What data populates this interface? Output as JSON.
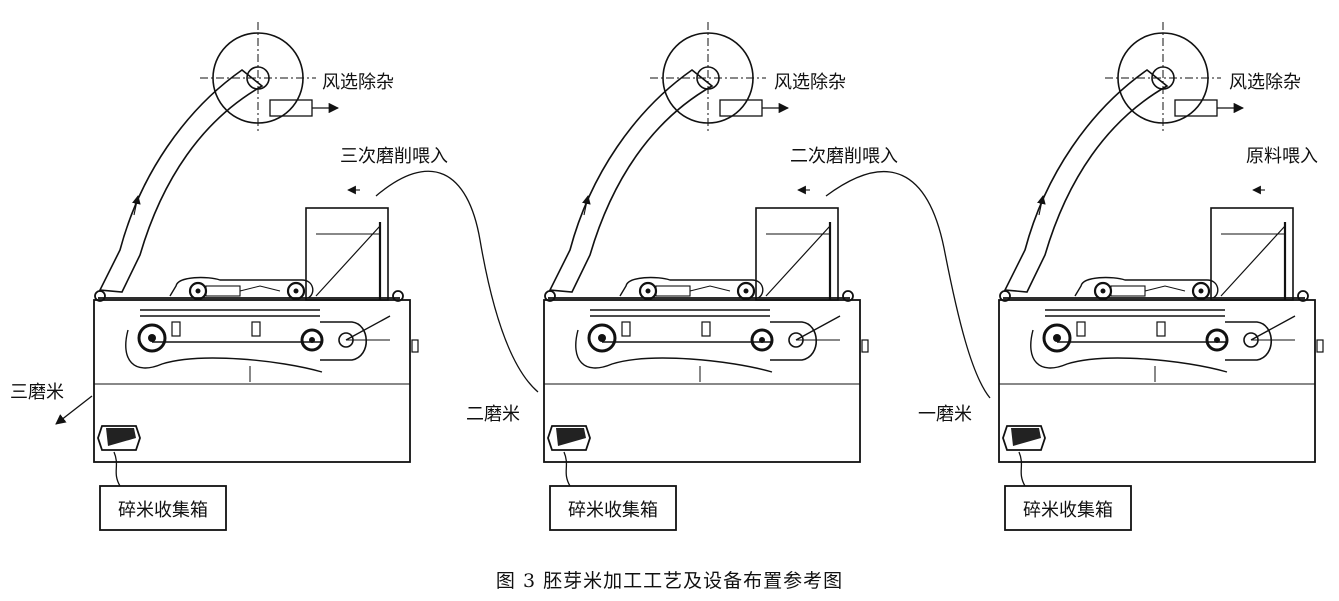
{
  "units": [
    {
      "air_label": "风选除杂",
      "feed_label": "三次磨削喂入",
      "output_label": "三磨米",
      "box_label": "碎米收集箱"
    },
    {
      "air_label": "风选除杂",
      "feed_label": "二次磨削喂入",
      "output_label": "二磨米",
      "box_label": "碎米收集箱"
    },
    {
      "air_label": "风选除杂",
      "feed_label": "原料喂入",
      "output_label": "一磨米",
      "box_label": "碎米收集箱"
    }
  ],
  "caption": "图 3   胚芽米加工工艺及设备布置参考图"
}
